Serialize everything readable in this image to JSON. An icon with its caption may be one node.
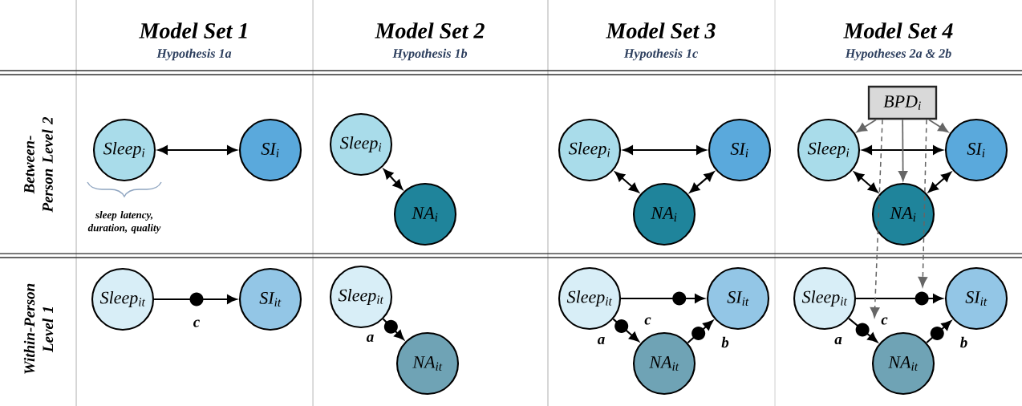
{
  "diagram": {
    "nodes": [
      {
        "text": [
          "Sleep$_{i}$"
        ],
        "beside": [
          "sleep latency, duration, quality"
        ]
      },
      {
        "text": [
          "SI$_{i}$"
        ]
      },
      {
        "text": [
          "Sleep$_{i}$"
        ]
      },
      {
        "text": [
          "NA$_{i}$"
        ]
      },
      {
        "text": [
          "Sleep$_{i}$"
        ]
      },
      {
        "text": [
          "SI$_{i}$"
        ]
      },
      {
        "text": [
          "NA$_{i}$"
        ]
      },
      {
        "text": [
          "BPD$_{i}$"
        ]
      },
      {
        "text": [
          "Sleep$_{i}$"
        ]
      },
      {
        "text": [
          "SI$_{i}$"
        ]
      },
      {
        "text": [
          "NA$_{i}$"
        ]
      },
      {
        "text": [
          "Sleep$_{it}$"
        ]
      },
      {
        "text": [
          "SI$_{it}$"
        ]
      },
      {
        "text": [
          "Sleep$_{it}$"
        ]
      },
      {
        "text": [
          "NA$_{it}$"
        ]
      },
      {
        "text": [
          "Sleep$_{it}$"
        ]
      },
      {
        "text": [
          "SI$_{it}$"
        ]
      },
      {
        "text": [
          "NA$_{it}$"
        ]
      },
      {
        "text": [
          "Sleep$_{it}$"
        ]
      },
      {
        "text": [
          "SI$_{it}$"
        ]
      },
      {
        "text": [
          "NA$_{it}$"
        ]
      }
    ],
    "edges": [
      {
        "from": 0,
        "to": 1,
        "arrow": "both"
      },
      {
        "from": 2,
        "to": 3,
        "arrow": "both"
      },
      {
        "from": 4,
        "to": 5,
        "arrow": "both"
      },
      {
        "from": 4,
        "to": 6,
        "arrow": "both"
      },
      {
        "from": 6,
        "to": 5,
        "arrow": "both"
      },
      {
        "from": 8,
        "to": 9,
        "arrow": "both"
      },
      {
        "from": 8,
        "to": 10,
        "arrow": "both"
      },
      {
        "from": 10,
        "to": 9,
        "arrow": "both"
      },
      {
        "from": 7,
        "to": 8,
        "arrow": "to",
        "color": "#666666"
      },
      {
        "from": 7,
        "to": 9,
        "arrow": "to",
        "color": "#666666"
      },
      {
        "from": 7,
        "to": 10,
        "arrow": "to",
        "color": "#666666"
      },
      {
        "from": 11,
        "to": 12,
        "arrow": "to",
        "label": "c"
      },
      {
        "from": 13,
        "to": 14,
        "arrow": "to",
        "label": "a"
      },
      {
        "from": 15,
        "to": 16,
        "arrow": "to",
        "label": "c"
      },
      {
        "from": 15,
        "to": 17,
        "arrow": "to",
        "label": "a"
      },
      {
        "from": 17,
        "to": 16,
        "arrow": "to",
        "label": "b"
      },
      {
        "from": 18,
        "to": 19,
        "arrow": "to",
        "label": "c"
      },
      {
        "from": 18,
        "to": 20,
        "arrow": "to",
        "label": "a"
      },
      {
        "from": 20,
        "to": 19,
        "arrow": "to",
        "label": "b"
      },
      {
        "from": 7,
        "to": null,
        "arrow": "to",
        "style": "dashed",
        "color": "#666666"
      },
      {
        "from": 7,
        "to": null,
        "arrow": "to",
        "style": "dashed",
        "color": "#666666"
      }
    ],
    "labels": [
      "Model Set 1",
      "Hypothesis 1a",
      "Model Set 2",
      "Hypothesis 1b",
      "Model Set 3",
      "Hypothesis 1c",
      "Model Set 4",
      "Hypotheses 2a & 2b",
      "Between-Person Level 2",
      "Within-Person Level 1"
    ]
  }
}
